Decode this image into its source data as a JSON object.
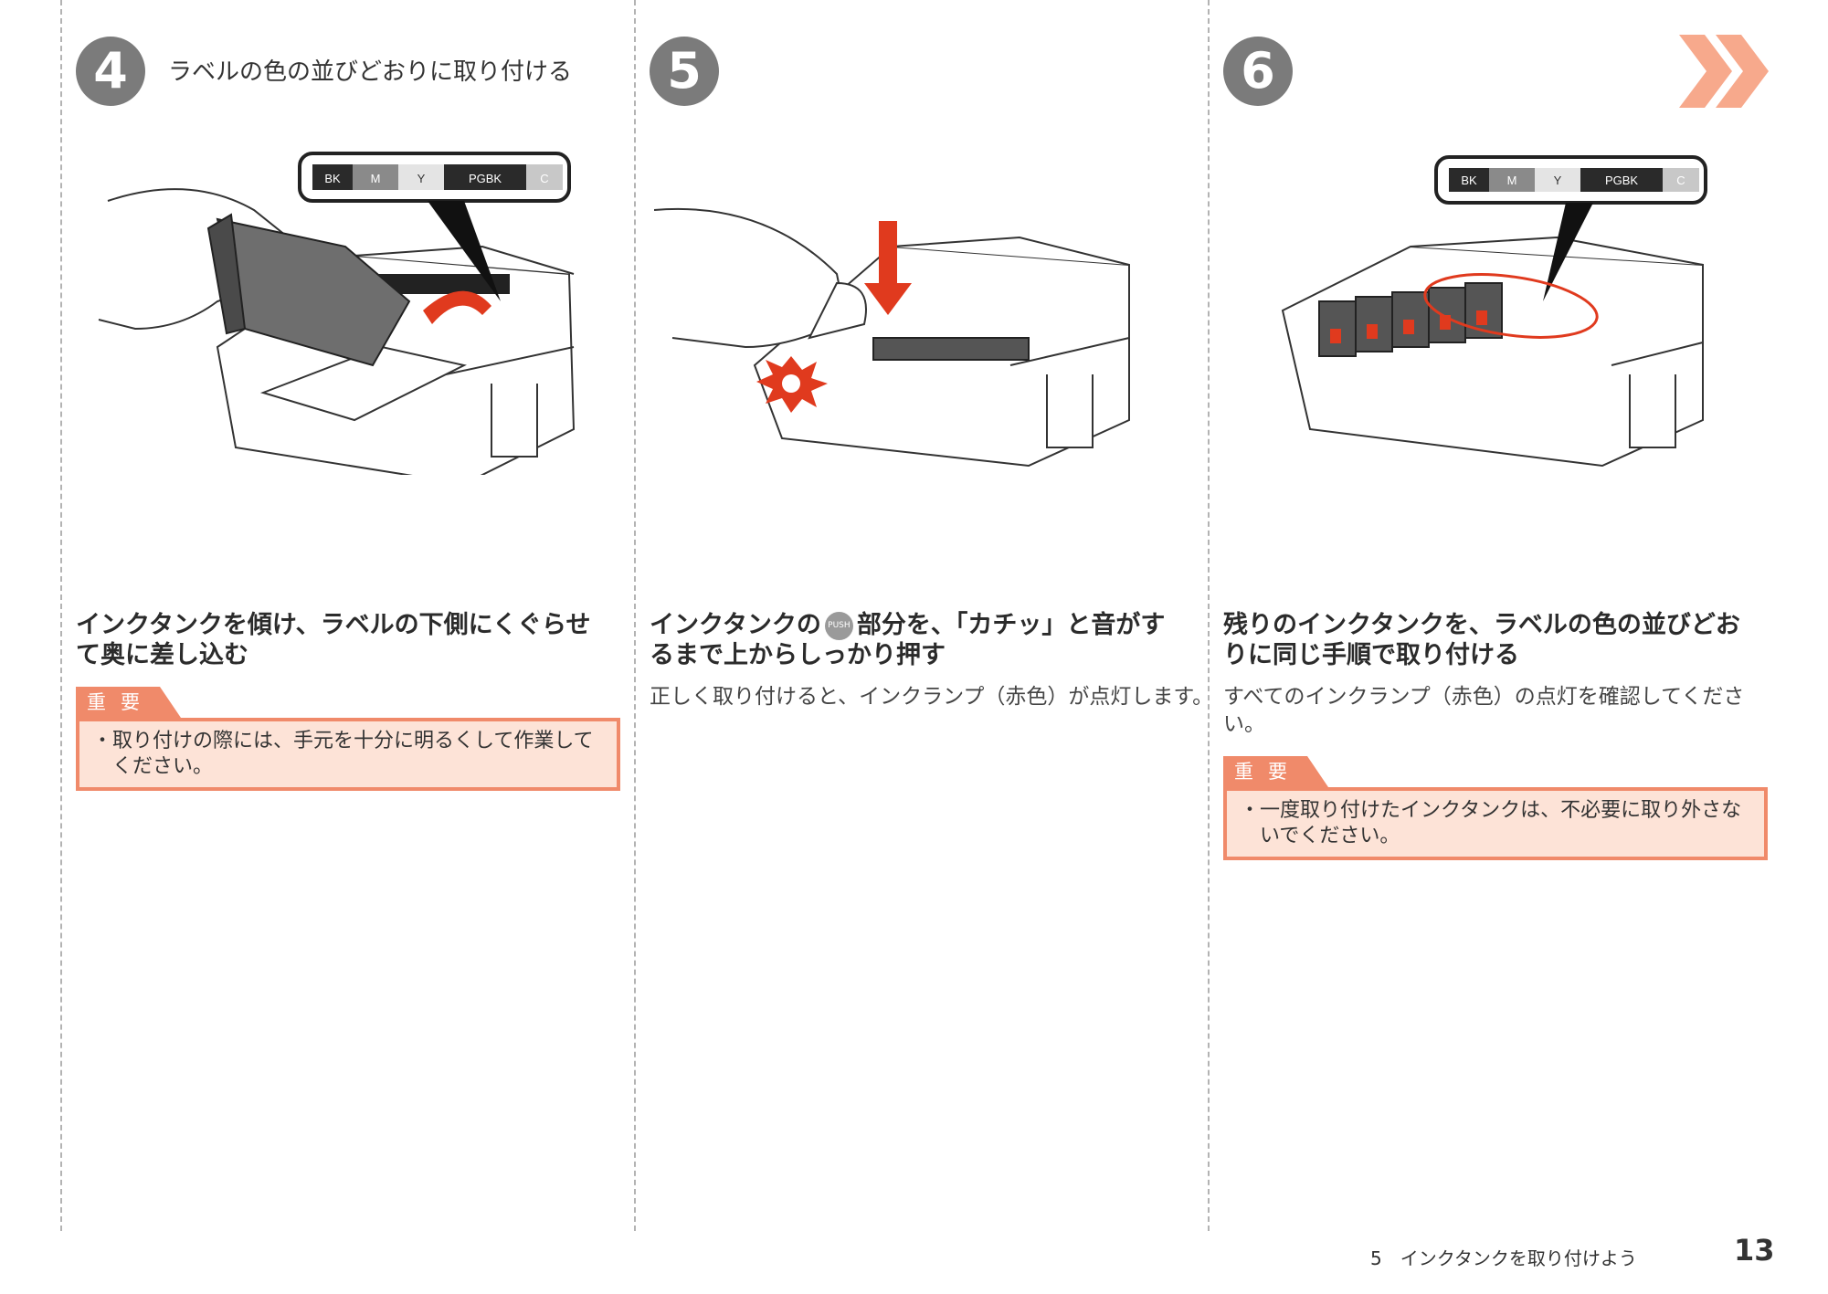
{
  "steps": [
    {
      "number": "4",
      "title": "ラベルの色の並びどおりに取り付ける",
      "heading": "インクタンクを傾け、ラベルの下側にくぐらせて奥に差し込む",
      "body": "",
      "notice": {
        "label": "重要",
        "bullet": "・",
        "text": "取り付けの際には、手元を十分に明るくして作業してください。"
      }
    },
    {
      "number": "5",
      "title": "",
      "heading_pre": "インクタンクの",
      "push_label": "PUSH",
      "heading_post": "部分を、「カチッ」と音がするまで上からしっかり押す",
      "body": "正しく取り付けると、インクランプ（赤色）が点灯します。"
    },
    {
      "number": "6",
      "title": "",
      "heading": "残りのインクタンクを、ラベルの色の並びどおりに同じ手順で取り付ける",
      "body": "すべてのインクランプ（赤色）の点灯を確認してください。",
      "notice": {
        "label": "重要",
        "bullet": "・",
        "text": "一度取り付けたインクタンクは、不必要に取り外さないでください。"
      }
    }
  ],
  "ink_label": [
    "BK",
    "M",
    "Y",
    "PGBK",
    "C"
  ],
  "footer": {
    "section": "5　インクタンクを取り付けよう",
    "page": "13"
  },
  "colors": {
    "accent": "#f08a6a",
    "notice_bg": "#fde3d7",
    "step_circle": "#7b7b7b",
    "arrow_red": "#e03a1e",
    "next_arrow": "#f7a98c"
  }
}
